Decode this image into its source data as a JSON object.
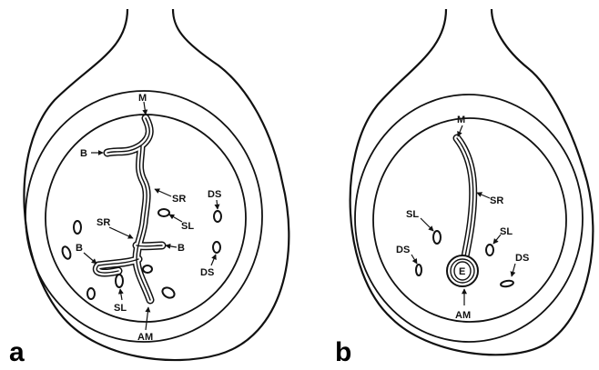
{
  "panels": [
    {
      "letter": "a",
      "labels": {
        "M": "M",
        "B_top": "B",
        "SR_right": "SR",
        "DS_top": "DS",
        "SL_right": "SL",
        "SR_left": "SR",
        "B_left": "B",
        "B_right": "B",
        "DS_bottom": "DS",
        "SL_bottom": "SL",
        "AM": "AM"
      }
    },
    {
      "letter": "b",
      "labels": {
        "M": "M",
        "SR": "SR",
        "SL_left": "SL",
        "SL_right": "SL",
        "DS_left": "DS",
        "DS_right": "DS",
        "E": "E",
        "AM": "AM"
      }
    }
  ]
}
